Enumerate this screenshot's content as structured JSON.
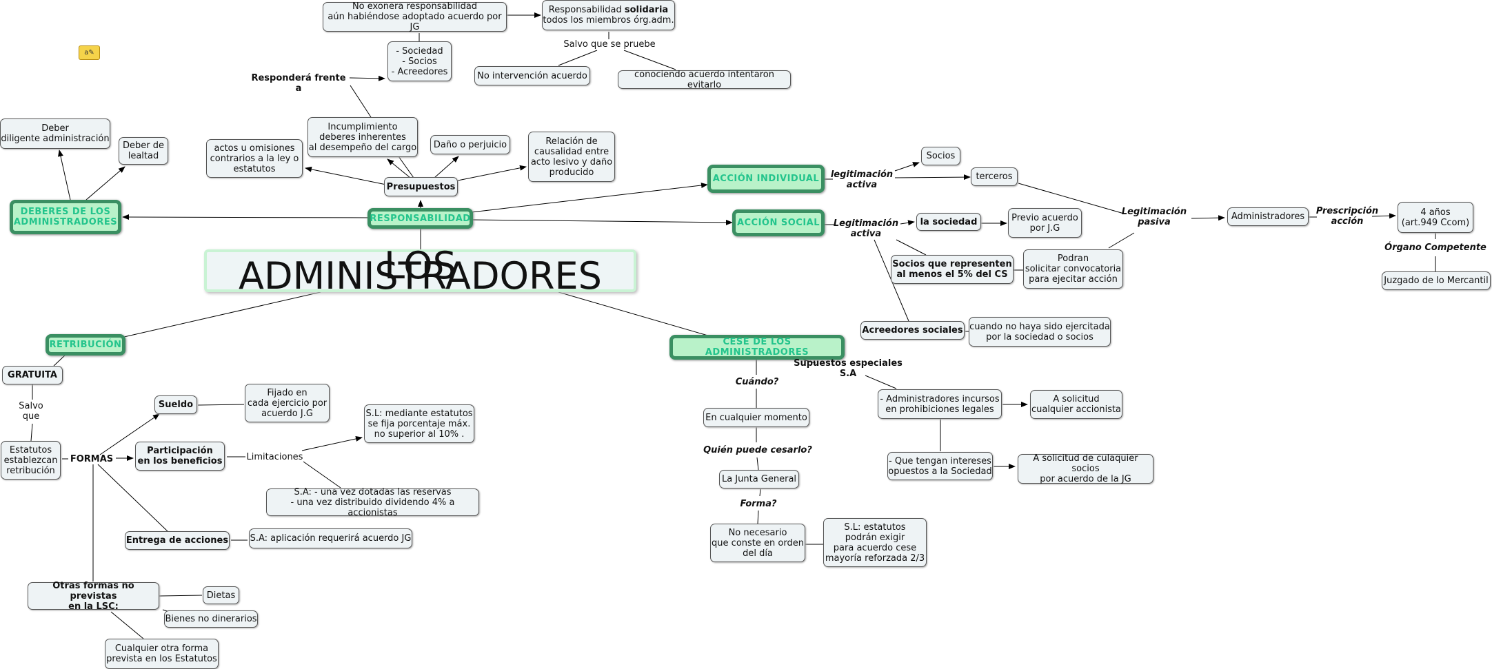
{
  "title": "LOS ADMINISTRADORES",
  "branches": {
    "responsabilidad": "RESPONSABILIDAD",
    "deberes": "DEBERES DE LOS\nADMINISTRADORES",
    "retribucion": "RETRIBUCIÓN",
    "cese": "CESE DE LOS ADMINISTRADORES",
    "accion_individual": "ACCIÓN INDIVIDUAL",
    "accion_social": "ACCIÓN SOCIAL"
  },
  "deberes": {
    "diligente": "Deber\ndiligente administración",
    "lealtad": "Deber de\nlealtad"
  },
  "responsabilidad": {
    "presupuestos": "Presupuestos",
    "actos": "actos u omisiones\ncontrarios a la ley o\nestatutos",
    "incumplimiento": "Incumplimiento\ndeberes inherentes\nal desempeño del cargo",
    "dano": "Daño o perjuicio",
    "relacion": "Relación de\ncausalidad entre\nacto lesivo y daño\nproducido",
    "respondera": "Responderá frente a",
    "frente": "- Sociedad\n- Socios\n- Acreedores",
    "no_exonera": "No exonera responsabilidad\naún habiéndose adoptado acuerdo por JG",
    "solidaria_pre": "Responsabilidad ",
    "solidaria_bold": "solidaria",
    "solidaria_post": "todos los miembros órg.adm.",
    "salvo_prueba": "Salvo que se pruebe",
    "no_intervencion": "No intervención acuerdo",
    "conociendo": "conociendo acuerdo intentaron evitarlo"
  },
  "accion_individual": {
    "legitimacion": "legitimación\nactiva",
    "socios": "Socios",
    "terceros": "terceros"
  },
  "accion_social": {
    "legitimacion": "Legitimación\nactiva",
    "sociedad": "la sociedad",
    "previo": "Previo acuerdo\npor J.G",
    "socios5": "Socios que representen\nal menos el 5% del CS",
    "podran": "Podran\nsolicitar convocatoria\npara ejecitar acción",
    "acreedores": "Acreedores sociales",
    "cuando_no": "cuando no haya sido ejercitada\npor la sociedad o socios"
  },
  "pasiva": {
    "legitimacion": "Legitimación\npasiva",
    "administradores": "Administradores",
    "prescripcion": "Prescripción\nacción",
    "cuatro": "4 años\n(art.949 Ccom)",
    "organo": "Órgano Competente",
    "juzgado": "Juzgado de lo Mercantil"
  },
  "retribucion": {
    "gratuita": "GRATUITA",
    "salvo": "Salvo\nque",
    "estatutos": "Estatutos\nestablezcan\nretribución",
    "formas": "FORMAS",
    "sueldo": "Sueldo",
    "fijado": "Fijado en\ncada ejercicio por\nacuerdo J.G",
    "participacion": "Participación\nen los beneficios",
    "limitaciones": "Limitaciones",
    "sl": "S.L: mediante estatutos\nse fija porcentaje máx.\nno superior al 10% .",
    "sa": "S.A: - una vez dotadas las reservas\n- una vez distribuido dividendo 4% a accionistas",
    "entrega": "Entrega de acciones",
    "sa_acuerdo": "S.A: aplicación requerirá acuerdo JG",
    "otras": "Otras formas no previstas\nen la LSC:",
    "dietas": "Dietas",
    "bienes": "Bienes no dinerarios",
    "cualquier": "Cualquier otra forma\nprevista en los Estatutos"
  },
  "cese": {
    "cuando": "Cuándo?",
    "momento": "En cualquier momento",
    "quien": "Quién puede cesarlo?",
    "junta": "La Junta General",
    "forma": "Forma?",
    "no_necesario": "No necesario\nque conste en orden\ndel día",
    "sl_estatutos": "S.L: estatutos\npodrán exigir\npara acuerdo cese\nmayoría reforzada 2/3",
    "supuestos": "Supuestos especiales S.A",
    "incursos": "- Administradores incursos\nen prohibiciones legales",
    "solicitud": "A solicitud\ncualquier accionista",
    "intereses": "- Que tengan intereses\nopuestos a la Sociedad",
    "solicitud_socios": "A solicitud de culaquier socios\npor acuerdo de la JG"
  },
  "colors": {
    "branch_border": "#3a8f62",
    "branch_fill": "#b9f2c9",
    "branch_text": "#23c48c",
    "node_fill": "#eef3f5"
  }
}
